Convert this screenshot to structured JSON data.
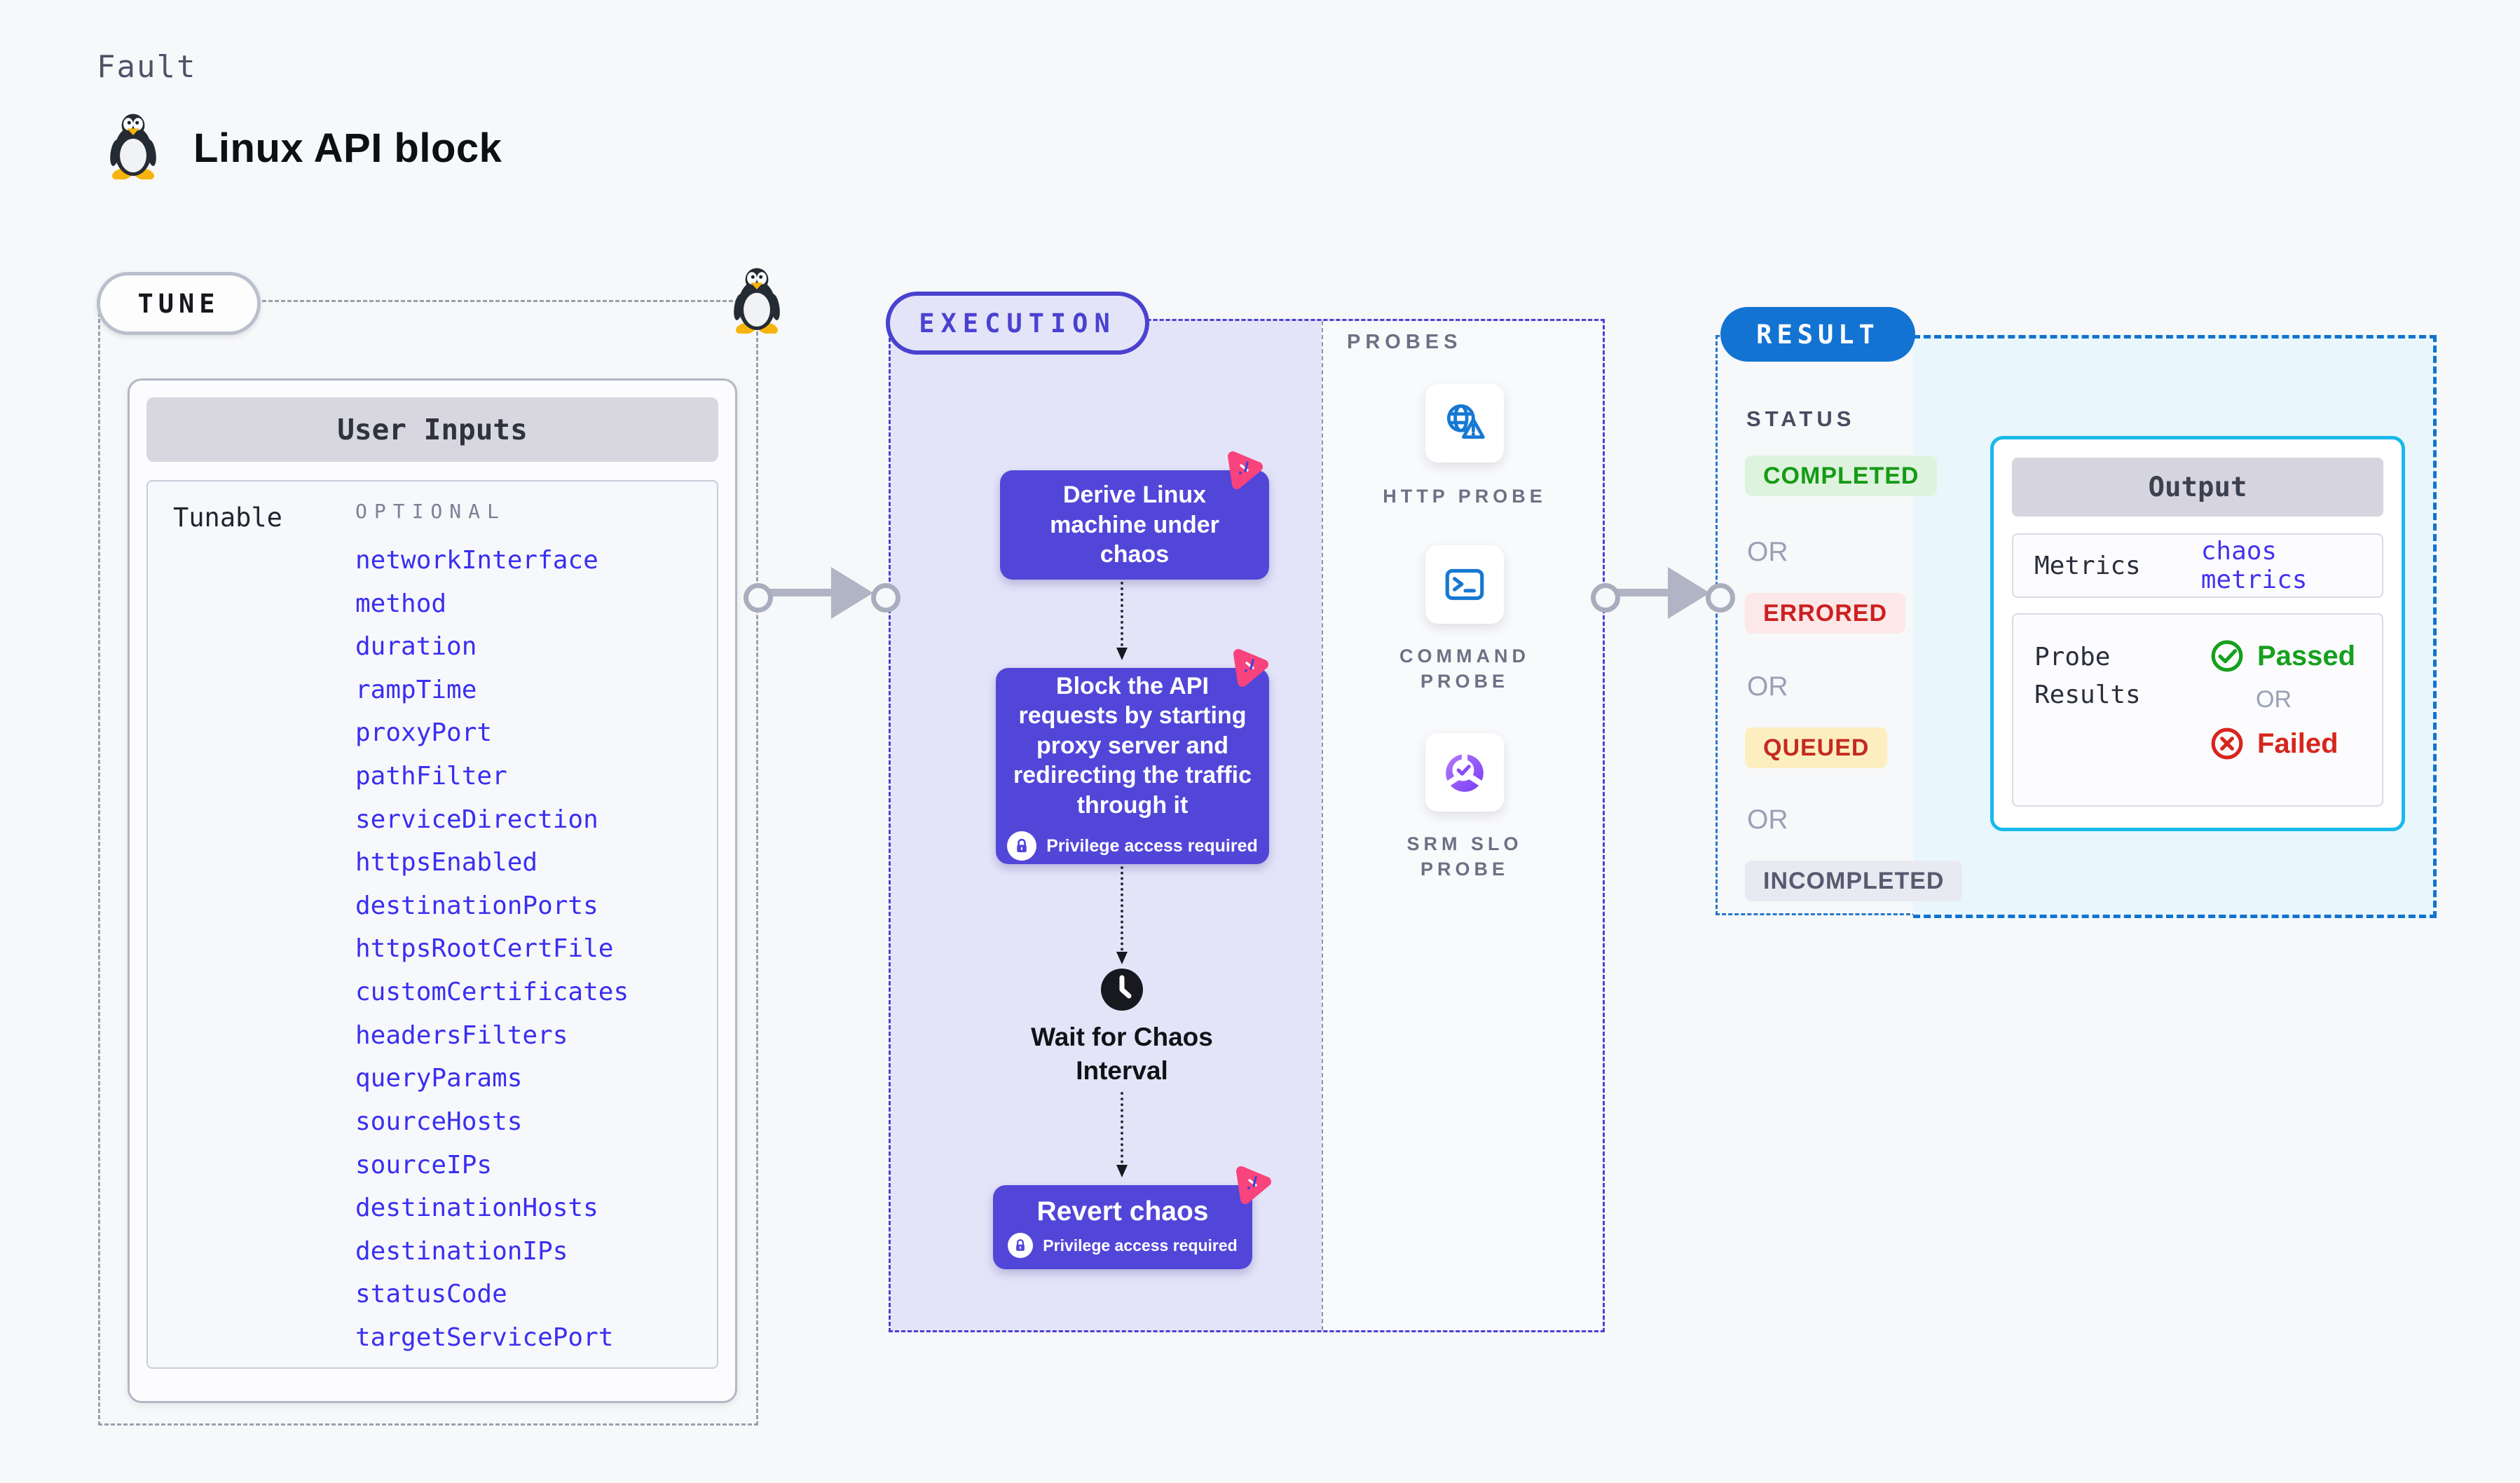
{
  "header": {
    "kicker": "Fault",
    "title": "Linux API block"
  },
  "tune": {
    "label": "TUNE",
    "card": {
      "title": "User Inputs",
      "row_label": "Tunable",
      "column_label": "OPTIONAL",
      "params": [
        "networkInterface",
        "method",
        "duration",
        "rampTime",
        "proxyPort",
        "pathFilter",
        "serviceDirection",
        "httpsEnabled",
        "destinationPorts",
        "httpsRootCertFile",
        "customCertificates",
        "headersFilters",
        "queryParams",
        "sourceHosts",
        "sourceIPs",
        "destinationHosts",
        "destinationIPs",
        "statusCode",
        "targetServicePort"
      ]
    }
  },
  "execution": {
    "label": "EXECUTION",
    "step1": "Derive Linux machine under chaos",
    "step2": "Block the API requests by starting proxy server and redirecting the traffic through it",
    "privilege_badge": "Privilege access required",
    "wait_label": "Wait for Chaos Interval",
    "step3": "Revert chaos"
  },
  "probes": {
    "label": "PROBES",
    "items": [
      "HTTP PROBE",
      "COMMAND PROBE",
      "SRM SLO PROBE"
    ]
  },
  "result": {
    "label": "RESULT",
    "status_label": "STATUS",
    "or_label": "OR",
    "statuses": [
      {
        "label": "COMPLETED",
        "bg": "#def3de",
        "color": "#169a16"
      },
      {
        "label": "ERRORED",
        "bg": "#fce8e8",
        "color": "#cd2020"
      },
      {
        "label": "QUEUED",
        "bg": "#fdeec0",
        "color": "#c42a20"
      },
      {
        "label": "INCOMPLETED",
        "bg": "#e9eaf1",
        "color": "#565b71"
      }
    ],
    "output": {
      "title": "Output",
      "metrics_label": "Metrics",
      "metrics_value": "chaos metrics",
      "probe_results_label": "Probe Results",
      "passed": "Passed",
      "failed": "Failed"
    }
  },
  "colors": {
    "page_bg": "#f7f8fa",
    "accent_indigo": "#4a42cf",
    "node_purple": "#5246d9",
    "result_blue": "#1273d3",
    "output_border": "#19b9ea",
    "param_blue": "#3a2ff0",
    "probe_icon_blue": "#1678d2",
    "srm_violet": "#8a4bf7",
    "chaos_pink": "#f8437d",
    "passed_green": "#16a01f",
    "failed_red": "#d8251c"
  }
}
